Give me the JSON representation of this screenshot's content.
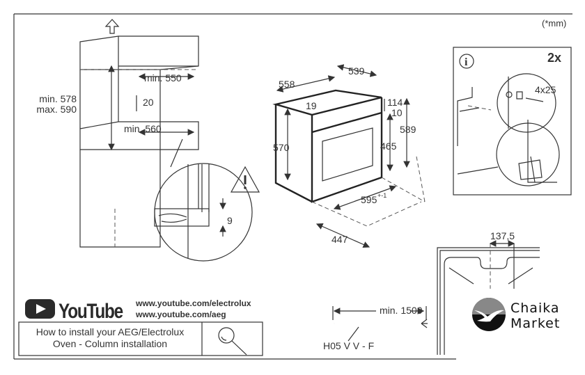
{
  "units_note": "(*mm)",
  "cabinet": {
    "min_height": "min. 578",
    "max_height": "max. 590",
    "min_width_top": "min. 550",
    "gap": "20",
    "min_width_bottom": "min. 560",
    "detail_gap": "9"
  },
  "oven": {
    "depth_total": "558",
    "depth_body": "539",
    "top_offset": "19",
    "panel_height": "114",
    "panel_gap": "10",
    "side_height": "570",
    "front_height": "589",
    "door_height": "465",
    "width": "595",
    "width_tolerance": "+-1",
    "bottom_depth": "447"
  },
  "info_panel": {
    "quantity": "2x",
    "screw_size": "4x25"
  },
  "top_view": {
    "offset": "137,5"
  },
  "cable": {
    "min_length": "min. 1500",
    "type": "H05 V V - F"
  },
  "video": {
    "logo_text": "YouTube",
    "url_1": "www.youtube.com/electrolux",
    "url_2": "www.youtube.com/aeg",
    "search_line_1": "How to install your AEG/Electrolux",
    "search_line_2": "Oven - Column installation"
  },
  "watermark": {
    "line_1": "Chaika",
    "line_2": "Market"
  }
}
